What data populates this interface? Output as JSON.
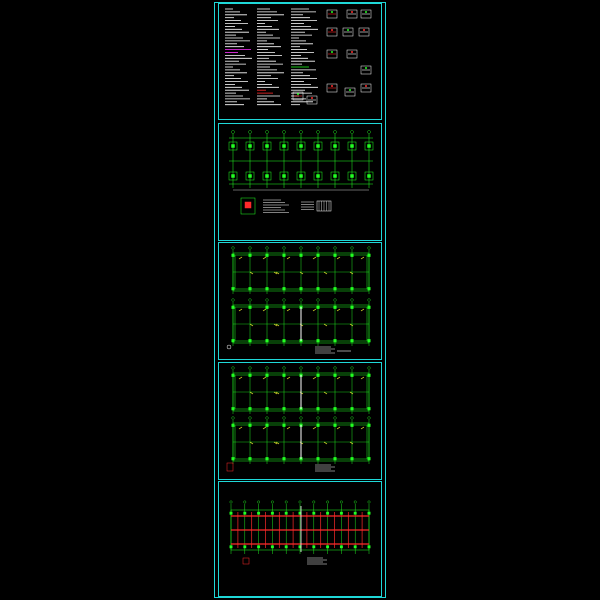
{
  "drawing_set": {
    "frame_color": "#1fd8d8",
    "background": "#000000",
    "colors": {
      "axis_grid": "#22ff22",
      "beam_red": "#ff2a2a",
      "rebar_yellow": "#ffff33",
      "text_white": "#ffffff",
      "magenta_note": "#ff33ff",
      "cyan_frame": "#1fd8d8"
    },
    "sheets": [
      {
        "id": "general-notes",
        "description_hidden": true
      },
      {
        "id": "foundation-plan"
      },
      {
        "id": "floor-plan-1"
      },
      {
        "id": "floor-plan-2"
      },
      {
        "id": "roof-plan"
      }
    ]
  }
}
